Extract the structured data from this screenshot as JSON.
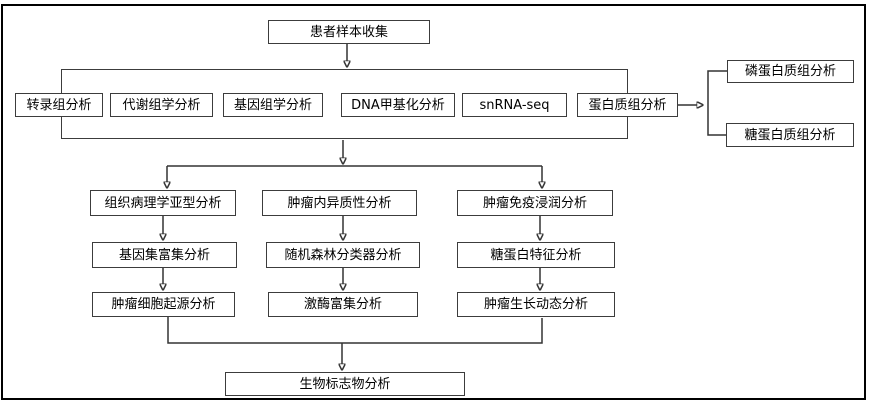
{
  "flowchart": {
    "root": {
      "label": "患者样本收集"
    },
    "omics_row": [
      {
        "label": "转录组分析"
      },
      {
        "label": "代谢组学分析"
      },
      {
        "label": "基因组学分析"
      },
      {
        "label": "DNA甲基化分析"
      },
      {
        "label": "snRNA-seq"
      },
      {
        "label": "蛋白质组分析"
      }
    ],
    "proteomics_branches": [
      {
        "label": "磷蛋白质组分析"
      },
      {
        "label": "糖蛋白质组分析"
      }
    ],
    "analysis_columns": [
      {
        "steps": [
          {
            "label": "组织病理学亚型分析"
          },
          {
            "label": "基因集富集分析"
          },
          {
            "label": "肿瘤细胞起源分析"
          }
        ]
      },
      {
        "steps": [
          {
            "label": "肿瘤内异质性分析"
          },
          {
            "label": "随机森林分类器分析"
          },
          {
            "label": "激酶富集分析"
          }
        ]
      },
      {
        "steps": [
          {
            "label": "肿瘤免疫浸润分析"
          },
          {
            "label": "糖蛋白特征分析"
          },
          {
            "label": "肿瘤生长动态分析"
          }
        ]
      }
    ],
    "final": {
      "label": "生物标志物分析"
    },
    "colors": {
      "line": "#333333",
      "box_border": "#3c3c3c",
      "outer_border": "#000000",
      "background": "#ffffff",
      "text": "#000000"
    }
  }
}
